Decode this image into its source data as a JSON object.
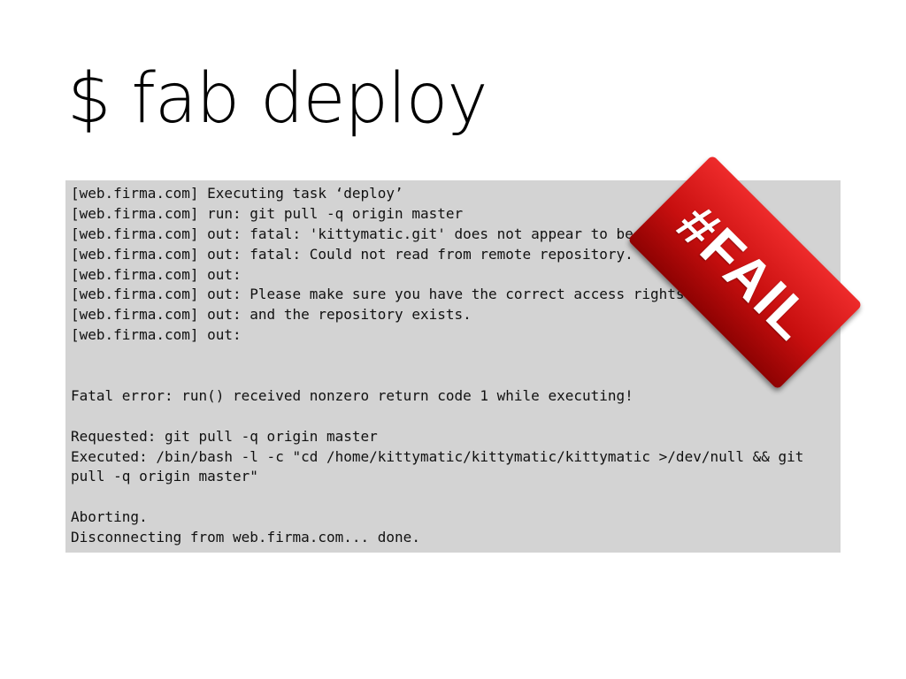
{
  "title": "$ fab deploy",
  "terminal": {
    "lines": [
      "[web.firma.com] Executing task ‘deploy’",
      "[web.firma.com] run: git pull -q origin master",
      "[web.firma.com] out: fatal: 'kittymatic.git' does not appear to be a git repository",
      "[web.firma.com] out: fatal: Could not read from remote repository.",
      "[web.firma.com] out:",
      "[web.firma.com] out: Please make sure you have the correct access rights",
      "[web.firma.com] out: and the repository exists.",
      "[web.firma.com] out:",
      "",
      "",
      "Fatal error: run() received nonzero return code 1 while executing!",
      "",
      "Requested: git pull -q origin master",
      "Executed: /bin/bash -l -c \"cd /home/kittymatic/kittymatic/kittymatic >/dev/null && git",
      "pull -q origin master\"",
      "",
      "Aborting.",
      "Disconnecting from web.firma.com... done."
    ]
  },
  "badge": {
    "text": "#FAIL",
    "color": "#d11414"
  },
  "colors": {
    "background": "#ffffff",
    "terminal_bg": "#d3d3d3"
  }
}
